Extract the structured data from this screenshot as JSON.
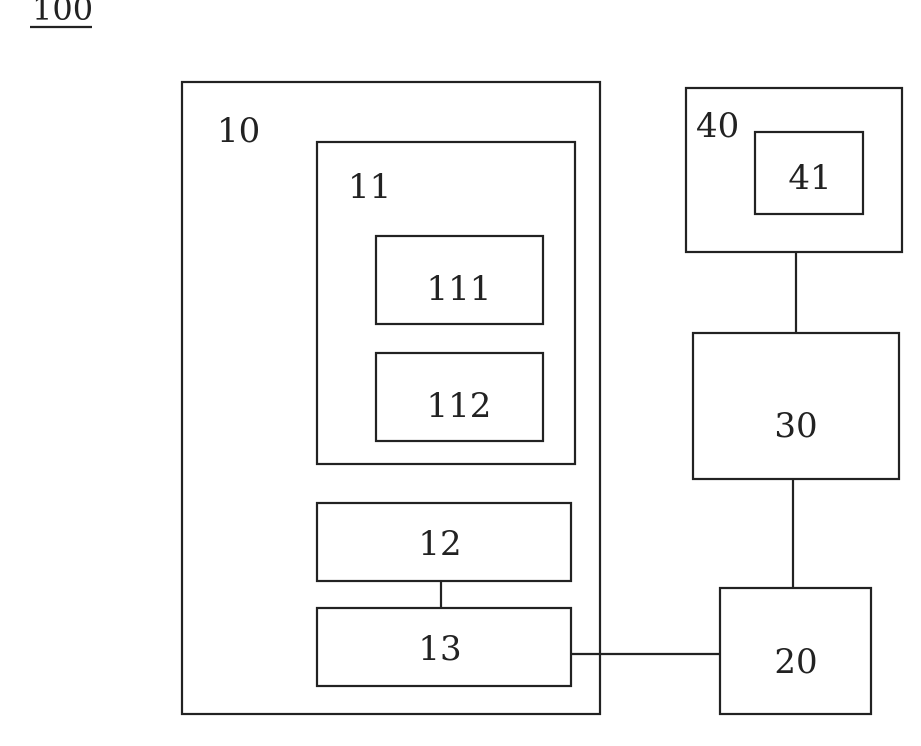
{
  "figure": {
    "reference": "100",
    "blocks": {
      "b10": "10",
      "b11": "11",
      "b111": "111",
      "b112": "112",
      "b12": "12",
      "b13": "13",
      "b20": "20",
      "b30": "30",
      "b40": "40",
      "b41": "41"
    }
  }
}
